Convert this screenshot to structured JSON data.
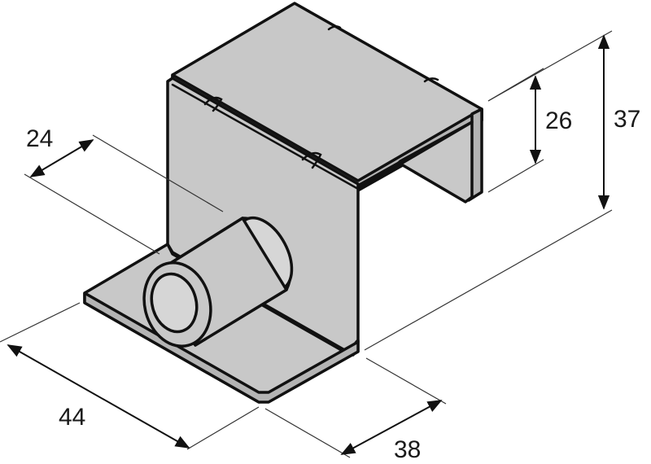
{
  "drawing": {
    "dimensions": {
      "d24": "24",
      "d26": "26",
      "d37": "37",
      "d44": "44",
      "d38": "38"
    },
    "colors": {
      "part_fill": "#c8c8c8",
      "outline": "#111111",
      "background": "#ffffff"
    }
  }
}
